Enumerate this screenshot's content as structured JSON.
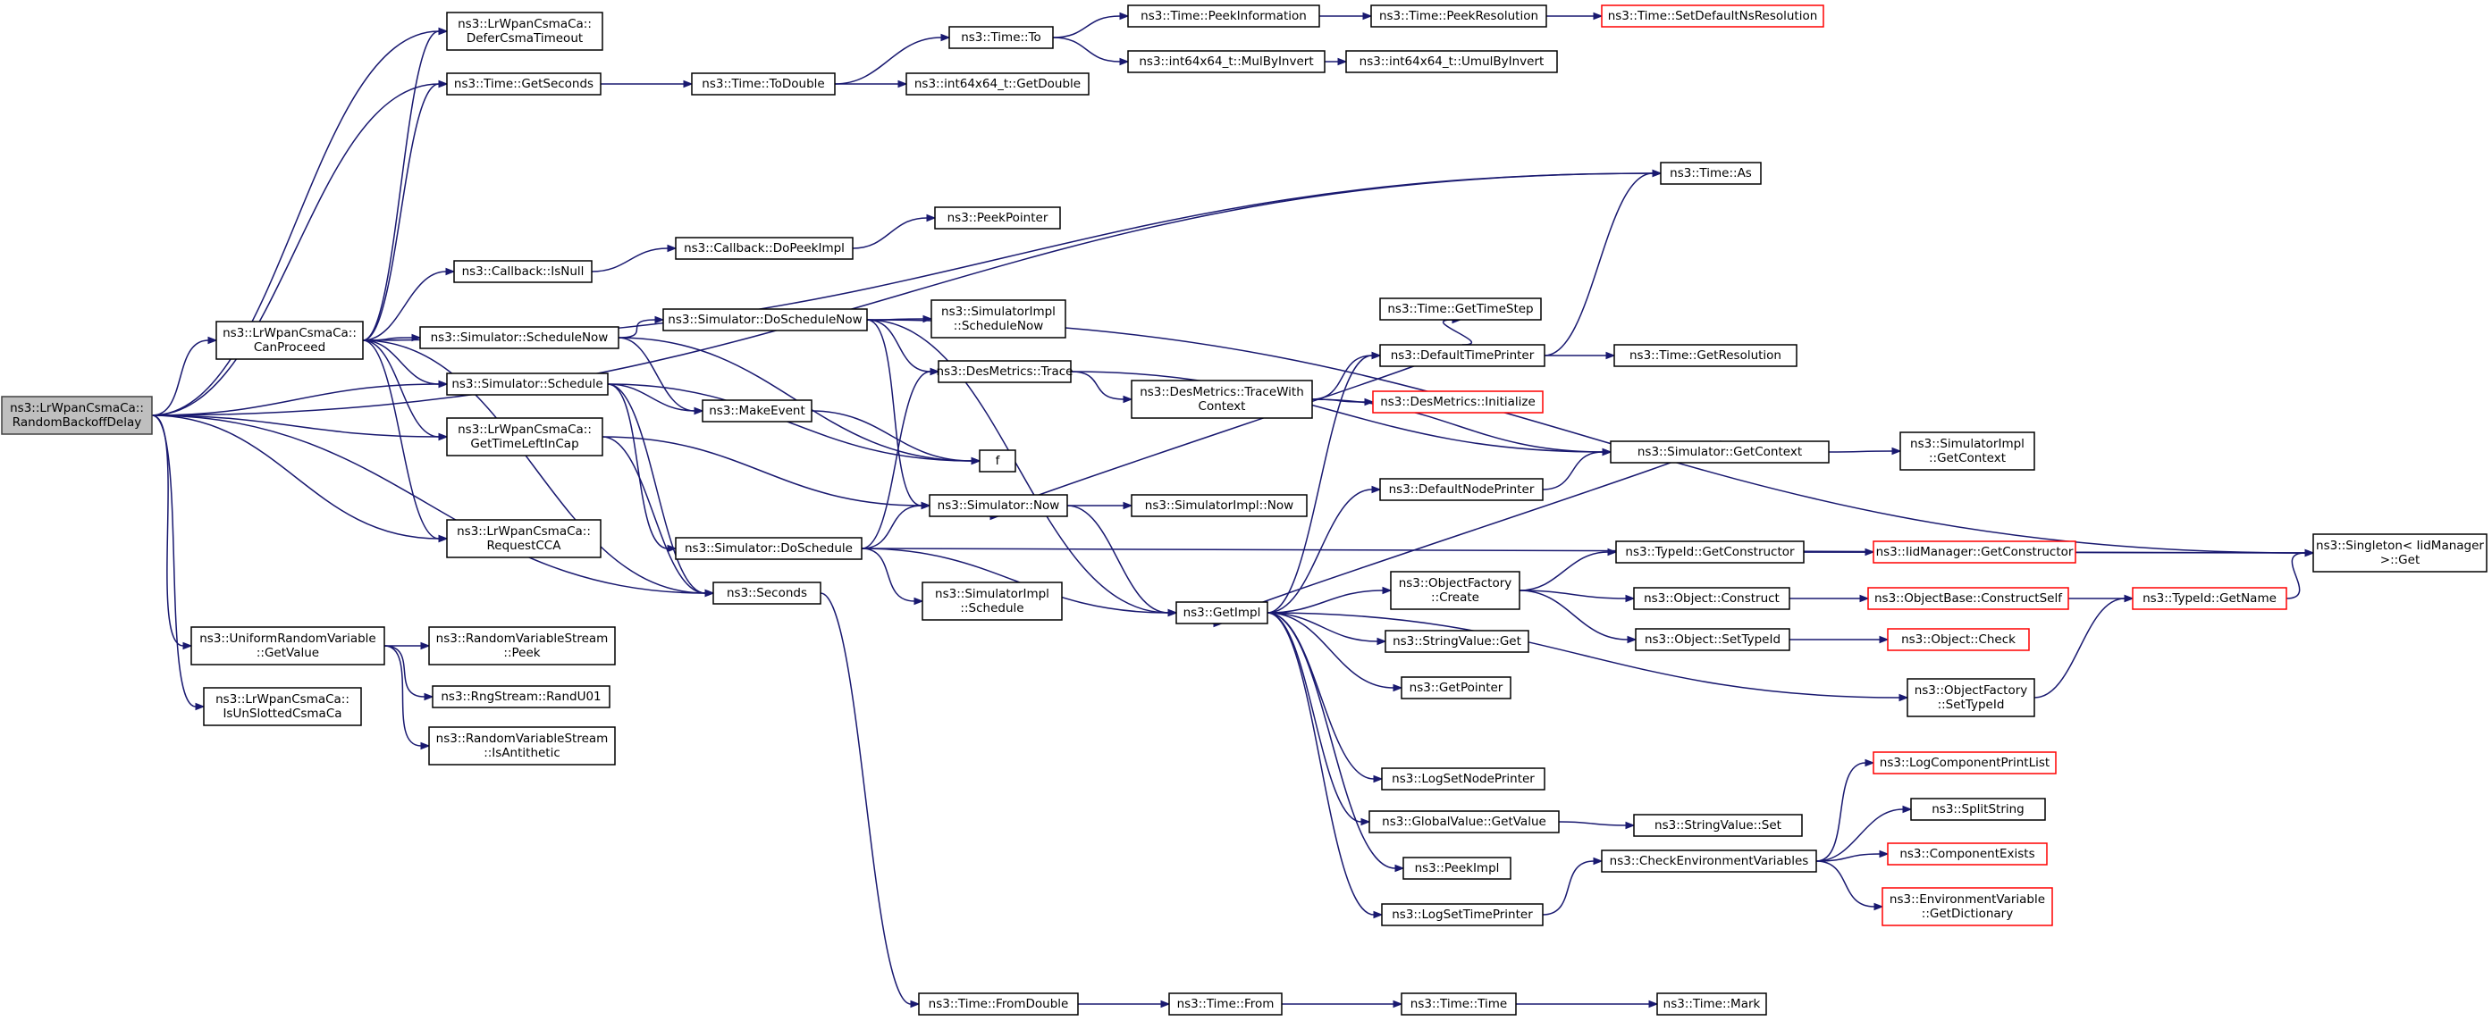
{
  "graph": {
    "nodes": [
      {
        "id": "root",
        "lines": [
          "ns3::LrWpanCsmaCa::",
          "RandomBackoffDelay"
        ],
        "style": "root"
      },
      {
        "id": "deferCsma",
        "lines": [
          "ns3::LrWpanCsmaCa::",
          "DeferCsmaTimeout"
        ],
        "style": "normal"
      },
      {
        "id": "getSeconds",
        "lines": [
          "ns3::Time::GetSeconds"
        ],
        "style": "normal"
      },
      {
        "id": "toDouble",
        "lines": [
          "ns3::Time::ToDouble"
        ],
        "style": "normal"
      },
      {
        "id": "timeTo",
        "lines": [
          "ns3::Time::To"
        ],
        "style": "normal"
      },
      {
        "id": "peekInfo",
        "lines": [
          "ns3::Time::PeekInformation"
        ],
        "style": "normal"
      },
      {
        "id": "peekRes",
        "lines": [
          "ns3::Time::PeekResolution"
        ],
        "style": "normal"
      },
      {
        "id": "setDefNs",
        "lines": [
          "ns3::Time::SetDefaultNsResolution"
        ],
        "style": "red"
      },
      {
        "id": "mulByInv",
        "lines": [
          "ns3::int64x64_t::MulByInvert"
        ],
        "style": "normal"
      },
      {
        "id": "umulByInv",
        "lines": [
          "ns3::int64x64_t::UmulByInvert"
        ],
        "style": "normal"
      },
      {
        "id": "getDouble",
        "lines": [
          "ns3::int64x64_t::GetDouble"
        ],
        "style": "normal"
      },
      {
        "id": "timeAs",
        "lines": [
          "ns3::Time::As"
        ],
        "style": "normal"
      },
      {
        "id": "peekPtr",
        "lines": [
          "ns3::PeekPointer"
        ],
        "style": "normal"
      },
      {
        "id": "doPeekImpl",
        "lines": [
          "ns3::Callback::DoPeekImpl"
        ],
        "style": "normal"
      },
      {
        "id": "isNull",
        "lines": [
          "ns3::Callback::IsNull"
        ],
        "style": "normal"
      },
      {
        "id": "canProceed",
        "lines": [
          "ns3::LrWpanCsmaCa::",
          "CanProceed"
        ],
        "style": "normal"
      },
      {
        "id": "schedNow",
        "lines": [
          "ns3::Simulator::ScheduleNow"
        ],
        "style": "normal"
      },
      {
        "id": "doSchedNow",
        "lines": [
          "ns3::Simulator::DoScheduleNow"
        ],
        "style": "normal"
      },
      {
        "id": "simImplSchedNow",
        "lines": [
          "ns3::SimulatorImpl",
          "::ScheduleNow"
        ],
        "style": "normal"
      },
      {
        "id": "timeStep",
        "lines": [
          "ns3::Time::GetTimeStep"
        ],
        "style": "normal"
      },
      {
        "id": "desTrace",
        "lines": [
          "ns3::DesMetrics::Trace"
        ],
        "style": "normal"
      },
      {
        "id": "desTraceCtx",
        "lines": [
          "ns3::DesMetrics::TraceWith",
          "Context"
        ],
        "style": "normal"
      },
      {
        "id": "defTimePrinter",
        "lines": [
          "ns3::DefaultTimePrinter"
        ],
        "style": "normal"
      },
      {
        "id": "getRes",
        "lines": [
          "ns3::Time::GetResolution"
        ],
        "style": "normal"
      },
      {
        "id": "desInit",
        "lines": [
          "ns3::DesMetrics::Initialize"
        ],
        "style": "red"
      },
      {
        "id": "simSchedule",
        "lines": [
          "ns3::Simulator::Schedule"
        ],
        "style": "normal"
      },
      {
        "id": "makeEvent",
        "lines": [
          "ns3::MakeEvent"
        ],
        "style": "normal"
      },
      {
        "id": "f",
        "lines": [
          "f"
        ],
        "style": "normal"
      },
      {
        "id": "getTimeLeft",
        "lines": [
          "ns3::LrWpanCsmaCa::",
          "GetTimeLeftInCap"
        ],
        "style": "normal"
      },
      {
        "id": "simNow",
        "lines": [
          "ns3::Simulator::Now"
        ],
        "style": "normal"
      },
      {
        "id": "simImplNow",
        "lines": [
          "ns3::SimulatorImpl::Now"
        ],
        "style": "normal"
      },
      {
        "id": "getContext",
        "lines": [
          "ns3::Simulator::GetContext"
        ],
        "style": "normal"
      },
      {
        "id": "simImplGetCtx",
        "lines": [
          "ns3::SimulatorImpl",
          "::GetContext"
        ],
        "style": "normal"
      },
      {
        "id": "defNodePrinter",
        "lines": [
          "ns3::DefaultNodePrinter"
        ],
        "style": "normal"
      },
      {
        "id": "requestCca",
        "lines": [
          "ns3::LrWpanCsmaCa::",
          "RequestCCA"
        ],
        "style": "normal"
      },
      {
        "id": "doSchedule",
        "lines": [
          "ns3::Simulator::DoSchedule"
        ],
        "style": "normal"
      },
      {
        "id": "seconds",
        "lines": [
          "ns3::Seconds"
        ],
        "style": "normal"
      },
      {
        "id": "simImplSched",
        "lines": [
          "ns3::SimulatorImpl",
          "::Schedule"
        ],
        "style": "normal"
      },
      {
        "id": "getImpl",
        "lines": [
          "ns3::GetImpl"
        ],
        "style": "normal"
      },
      {
        "id": "objFactCreate",
        "lines": [
          "ns3::ObjectFactory",
          "::Create"
        ],
        "style": "normal"
      },
      {
        "id": "tidGetCtor",
        "lines": [
          "ns3::TypeId::GetConstructor"
        ],
        "style": "normal"
      },
      {
        "id": "iidGetCtor",
        "lines": [
          "ns3::IidManager::GetConstructor"
        ],
        "style": "red"
      },
      {
        "id": "singletonGet",
        "lines": [
          "ns3::Singleton< IidManager",
          ">::Get"
        ],
        "style": "normal"
      },
      {
        "id": "objConstruct",
        "lines": [
          "ns3::Object::Construct"
        ],
        "style": "normal"
      },
      {
        "id": "objBaseCtorSelf",
        "lines": [
          "ns3::ObjectBase::ConstructSelf"
        ],
        "style": "red"
      },
      {
        "id": "tidGetName",
        "lines": [
          "ns3::TypeId::GetName"
        ],
        "style": "red"
      },
      {
        "id": "objSetTid",
        "lines": [
          "ns3::Object::SetTypeId"
        ],
        "style": "normal"
      },
      {
        "id": "objCheck",
        "lines": [
          "ns3::Object::Check"
        ],
        "style": "red"
      },
      {
        "id": "strValGet",
        "lines": [
          "ns3::StringValue::Get"
        ],
        "style": "normal"
      },
      {
        "id": "getPointer",
        "lines": [
          "ns3::GetPointer"
        ],
        "style": "normal"
      },
      {
        "id": "objFactSetTid",
        "lines": [
          "ns3::ObjectFactory",
          "::SetTypeId"
        ],
        "style": "normal"
      },
      {
        "id": "urvGetValue",
        "lines": [
          "ns3::UniformRandomVariable",
          "::GetValue"
        ],
        "style": "normal"
      },
      {
        "id": "rvsPeek",
        "lines": [
          "ns3::RandomVariableStream",
          "::Peek"
        ],
        "style": "normal"
      },
      {
        "id": "randU01",
        "lines": [
          "ns3::RngStream::RandU01"
        ],
        "style": "normal"
      },
      {
        "id": "isAntithetic",
        "lines": [
          "ns3::RandomVariableStream",
          "::IsAntithetic"
        ],
        "style": "normal"
      },
      {
        "id": "isUnslotted",
        "lines": [
          "ns3::LrWpanCsmaCa::",
          "IsUnSlottedCsmaCa"
        ],
        "style": "normal"
      },
      {
        "id": "logSetNode",
        "lines": [
          "ns3::LogSetNodePrinter"
        ],
        "style": "normal"
      },
      {
        "id": "globalGetValue",
        "lines": [
          "ns3::GlobalValue::GetValue"
        ],
        "style": "normal"
      },
      {
        "id": "strValSet",
        "lines": [
          "ns3::StringValue::Set"
        ],
        "style": "normal"
      },
      {
        "id": "peekImpl",
        "lines": [
          "ns3::PeekImpl"
        ],
        "style": "normal"
      },
      {
        "id": "logSetTime",
        "lines": [
          "ns3::LogSetTimePrinter"
        ],
        "style": "normal"
      },
      {
        "id": "checkEnv",
        "lines": [
          "ns3::CheckEnvironmentVariables"
        ],
        "style": "normal"
      },
      {
        "id": "logCompPrint",
        "lines": [
          "ns3::LogComponentPrintList"
        ],
        "style": "red"
      },
      {
        "id": "splitString",
        "lines": [
          "ns3::SplitString"
        ],
        "style": "normal"
      },
      {
        "id": "compExists",
        "lines": [
          "ns3::ComponentExists"
        ],
        "style": "red"
      },
      {
        "id": "envGetDict",
        "lines": [
          "ns3::EnvironmentVariable",
          "::GetDictionary"
        ],
        "style": "red"
      },
      {
        "id": "fromDouble",
        "lines": [
          "ns3::Time::FromDouble"
        ],
        "style": "normal"
      },
      {
        "id": "timeFrom",
        "lines": [
          "ns3::Time::From"
        ],
        "style": "normal"
      },
      {
        "id": "timeTime",
        "lines": [
          "ns3::Time::Time"
        ],
        "style": "normal"
      },
      {
        "id": "timeMark",
        "lines": [
          "ns3::Time::Mark"
        ],
        "style": "normal"
      }
    ],
    "edges": [
      [
        "root",
        "deferCsma"
      ],
      [
        "root",
        "getSeconds"
      ],
      [
        "root",
        "timeAs"
      ],
      [
        "root",
        "canProceed"
      ],
      [
        "root",
        "simSchedule"
      ],
      [
        "root",
        "getTimeLeft"
      ],
      [
        "root",
        "requestCca"
      ],
      [
        "root",
        "seconds"
      ],
      [
        "root",
        "urvGetValue"
      ],
      [
        "root",
        "isUnslotted"
      ],
      [
        "getSeconds",
        "toDouble"
      ],
      [
        "toDouble",
        "timeTo"
      ],
      [
        "toDouble",
        "getDouble"
      ],
      [
        "timeTo",
        "peekInfo"
      ],
      [
        "timeTo",
        "mulByInv"
      ],
      [
        "peekInfo",
        "peekRes"
      ],
      [
        "peekRes",
        "setDefNs"
      ],
      [
        "mulByInv",
        "umulByInv"
      ],
      [
        "canProceed",
        "deferCsma"
      ],
      [
        "canProceed",
        "getSeconds"
      ],
      [
        "canProceed",
        "timeAs"
      ],
      [
        "canProceed",
        "isNull"
      ],
      [
        "canProceed",
        "schedNow"
      ],
      [
        "canProceed",
        "simSchedule"
      ],
      [
        "canProceed",
        "getTimeLeft"
      ],
      [
        "canProceed",
        "requestCca"
      ],
      [
        "canProceed",
        "seconds"
      ],
      [
        "isNull",
        "doPeekImpl"
      ],
      [
        "doPeekImpl",
        "peekPtr"
      ],
      [
        "schedNow",
        "doSchedNow"
      ],
      [
        "schedNow",
        "makeEvent"
      ],
      [
        "schedNow",
        "f"
      ],
      [
        "doSchedNow",
        "simImplSchedNow"
      ],
      [
        "doSchedNow",
        "desTrace"
      ],
      [
        "doSchedNow",
        "simNow"
      ],
      [
        "doSchedNow",
        "getImpl"
      ],
      [
        "doSchedNow",
        "singletonGet"
      ],
      [
        "desTrace",
        "desTraceCtx"
      ],
      [
        "desTrace",
        "getContext"
      ],
      [
        "desTraceCtx",
        "defTimePrinter"
      ],
      [
        "desTraceCtx",
        "desInit"
      ],
      [
        "desTraceCtx",
        "getContext"
      ],
      [
        "defTimePrinter",
        "timeStep"
      ],
      [
        "defTimePrinter",
        "getRes"
      ],
      [
        "defTimePrinter",
        "timeAs"
      ],
      [
        "defTimePrinter",
        "simNow"
      ],
      [
        "simSchedule",
        "makeEvent"
      ],
      [
        "simSchedule",
        "f"
      ],
      [
        "simSchedule",
        "doSchedule"
      ],
      [
        "simSchedule",
        "seconds"
      ],
      [
        "makeEvent",
        "f"
      ],
      [
        "getTimeLeft",
        "simNow"
      ],
      [
        "getTimeLeft",
        "seconds"
      ],
      [
        "simNow",
        "simImplNow"
      ],
      [
        "simNow",
        "getImpl"
      ],
      [
        "getContext",
        "simImplGetCtx"
      ],
      [
        "getContext",
        "getImpl"
      ],
      [
        "defNodePrinter",
        "getContext"
      ],
      [
        "doSchedule",
        "desTrace"
      ],
      [
        "doSchedule",
        "simNow"
      ],
      [
        "doSchedule",
        "simImplSched"
      ],
      [
        "doSchedule",
        "getImpl"
      ],
      [
        "doSchedule",
        "singletonGet"
      ],
      [
        "seconds",
        "fromDouble"
      ],
      [
        "getImpl",
        "defTimePrinter"
      ],
      [
        "getImpl",
        "defNodePrinter"
      ],
      [
        "getImpl",
        "objFactCreate"
      ],
      [
        "getImpl",
        "strValGet"
      ],
      [
        "getImpl",
        "getPointer"
      ],
      [
        "getImpl",
        "objFactSetTid"
      ],
      [
        "getImpl",
        "logSetNode"
      ],
      [
        "getImpl",
        "globalGetValue"
      ],
      [
        "getImpl",
        "peekImpl"
      ],
      [
        "getImpl",
        "logSetTime"
      ],
      [
        "objFactCreate",
        "tidGetCtor"
      ],
      [
        "objFactCreate",
        "objConstruct"
      ],
      [
        "objFactCreate",
        "objSetTid"
      ],
      [
        "tidGetCtor",
        "iidGetCtor"
      ],
      [
        "tidGetCtor",
        "singletonGet"
      ],
      [
        "objConstruct",
        "objBaseCtorSelf"
      ],
      [
        "objBaseCtorSelf",
        "tidGetName"
      ],
      [
        "tidGetName",
        "singletonGet"
      ],
      [
        "objSetTid",
        "objCheck"
      ],
      [
        "objFactSetTid",
        "tidGetName"
      ],
      [
        "urvGetValue",
        "rvsPeek"
      ],
      [
        "urvGetValue",
        "randU01"
      ],
      [
        "urvGetValue",
        "isAntithetic"
      ],
      [
        "globalGetValue",
        "strValSet"
      ],
      [
        "logSetTime",
        "checkEnv"
      ],
      [
        "checkEnv",
        "logCompPrint"
      ],
      [
        "checkEnv",
        "splitString"
      ],
      [
        "checkEnv",
        "compExists"
      ],
      [
        "checkEnv",
        "envGetDict"
      ],
      [
        "fromDouble",
        "timeFrom"
      ],
      [
        "timeFrom",
        "timeTime"
      ],
      [
        "timeTime",
        "timeMark"
      ]
    ]
  }
}
